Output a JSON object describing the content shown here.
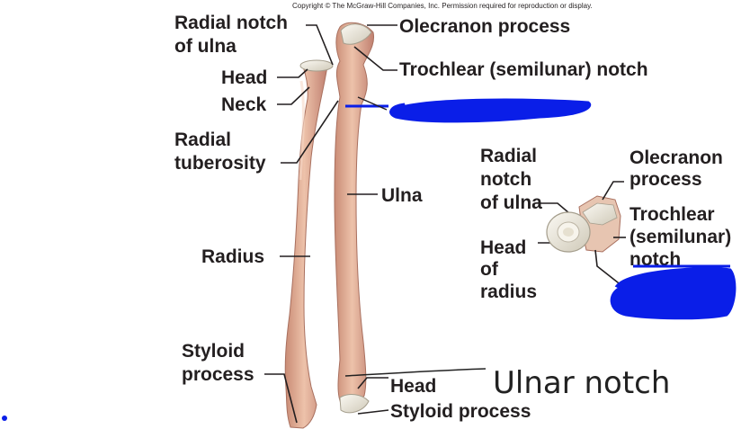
{
  "copyright": "Copyright © The McGraw-Hill Companies, Inc. Permission required for reproduction or display.",
  "main": {
    "radial_notch_1": "Radial notch",
    "radial_notch_2": "of ulna",
    "head": "Head",
    "neck": "Neck",
    "radial_tuberosity_1": "Radial",
    "radial_tuberosity_2": "tuberosity",
    "radius": "Radius",
    "styloid_process_left_1": "Styloid",
    "styloid_process_left_2": "process",
    "olecranon_process": "Olecranon process",
    "trochlear_notch": "Trochlear (semilunar) notch",
    "ulna": "Ulna",
    "ulna_head": "Head",
    "ulna_styloid_process": "Styloid process",
    "handwritten_note": "Ulnar notch"
  },
  "inset": {
    "radial_notch_1": "Radial",
    "radial_notch_2": "notch",
    "radial_notch_3": "of ulna",
    "head_of_radius_1": "Head",
    "head_of_radius_2": "of",
    "head_of_radius_3": "radius",
    "olecranon_1": "Olecranon",
    "olecranon_2": "process",
    "trochlear_1": "Trochlear",
    "trochlear_2": "(semilunar)",
    "trochlear_3": "notch"
  },
  "colors": {
    "bone": "#e9b89f",
    "bone_shade": "#c98b75",
    "cartilage": "#efece2",
    "redaction": "#0a1ee8"
  }
}
